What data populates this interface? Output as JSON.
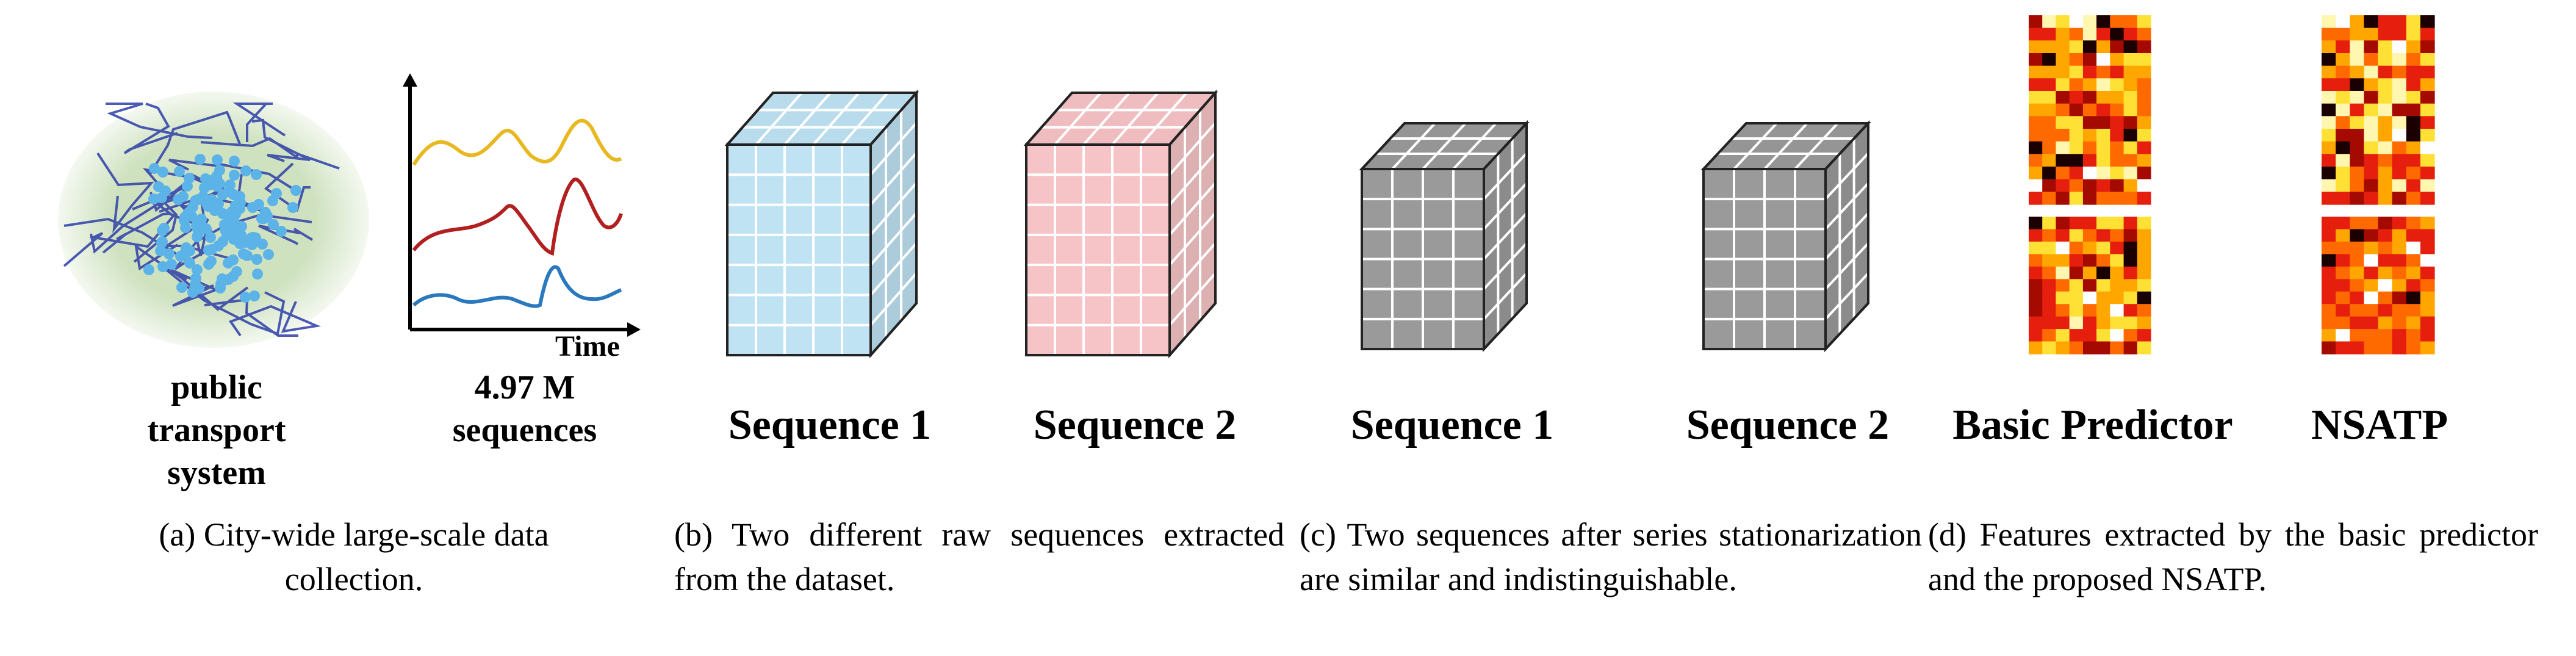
{
  "panel_a": {
    "map_label": "public transport system",
    "chart_count_value": "4.97 M",
    "chart_count_unit": "sequences",
    "time_axis_label": "Time",
    "caption": "(a) City-wide large-scale data collection.",
    "line_colors": [
      "#e8b821",
      "#b21f1f",
      "#2a78bd"
    ]
  },
  "panel_b": {
    "labels": [
      "Sequence 1",
      "Sequence 2"
    ],
    "colors": [
      "#bfe3f3",
      "#f6c3c6"
    ],
    "caption": "(b) Two different raw sequences extracted from the dataset."
  },
  "panel_c": {
    "labels": [
      "Sequence 1",
      "Sequence 2"
    ],
    "color": "#9a9a9a",
    "caption": "(c) Two sequences after series stationarization are similar and indistinguishable."
  },
  "panel_d": {
    "labels": [
      "Basic Predictor",
      "NSATP"
    ],
    "heatmap_colors": [
      "#fff6b0",
      "#ffe135",
      "#ffa600",
      "#ff6a00",
      "#e51e0e",
      "#a40a00",
      "#1a0000",
      "#ffffff"
    ],
    "caption": "(d) Features extracted by the basic predictor and the proposed NSATP."
  }
}
